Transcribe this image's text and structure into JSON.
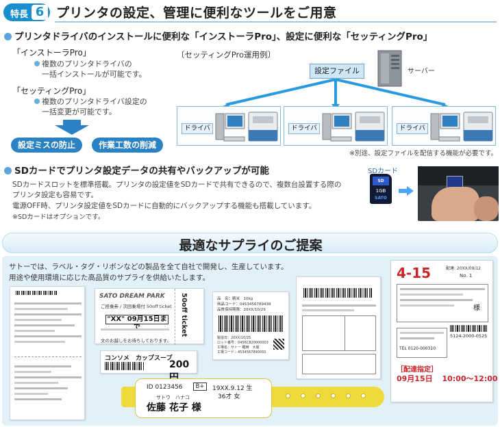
{
  "header": {
    "feature_label": "特長",
    "feature_number": "6",
    "title": "プリンタの設定、管理に便利なツールをご用意"
  },
  "section_tools": {
    "heading": "プリンタドライバのインストールに便利な「インストーラPro」、設定に便利な「セッティングPro」",
    "installer": {
      "label": "「インストーラPro」",
      "line1": "複数のプリンタドライバの",
      "line2": "一括インストールが可能です。"
    },
    "setting": {
      "label": "「セッティングPro」",
      "line1": "複数のプリンタドライバ設定の",
      "line2": "一括変更が可能です。"
    },
    "benefit_1": "設定ミスの防止",
    "benefit_2": "作業工数の削減",
    "example_label": "〔セッティングPro運用例〕",
    "settings_file": "設定ファイル",
    "server": "サーバー",
    "drivers": [
      "ドライバ",
      "ドライバ",
      "ドライバ"
    ],
    "footnote": "※別途、設定ファイルを配信する機能が必要です。"
  },
  "section_sd": {
    "heading": "SDカードでプリンタ設定データの共有やバックアップが可能",
    "line1": "SDカードスロットを標準搭載。プリンタの設定値をSDカードで共有できるので、複数台設置する際の",
    "line2": "プリンタ設定も容易です。",
    "line3": "電源OFF時、プリンタ設定値をSDカードに自動的にバックアップする機能も搭載しています。",
    "note": "※SDカードはオプションです。",
    "sd_label": "SDカード",
    "card_brand": "SATO",
    "card_capacity": "1GB"
  },
  "section_supply": {
    "banner_title": "最適なサプライのご提案",
    "line1": "サトーでは、ラベル・タグ・リボンなどの製品を全て自社で開発し、生産しています。",
    "line2": "用途や使用環境に応じた高品質のサプライを供給いたします。",
    "ticket": {
      "title": "SATO DREAM PARK",
      "sub": "ご搭乗券 / 次回乗場付 50off ticket",
      "date": "\"XX\" 09月15日まで",
      "vertical": "50off ticket",
      "footer": "文のお越しをお待ちしております。"
    },
    "product_label": {
      "r1": "品　名：精米　10kg",
      "r2": "商品コード：0453456789438",
      "r3": "品質保持期限：20XX/10/29",
      "r4": "製造日：20XX/10/25",
      "r5": "ロット番号：0456C820000003",
      "r6": "工場名：サトー 臨時　大阪",
      "r7": "工場コード：4534567890033"
    },
    "price_tag": {
      "name": "コンソメ　カップスープ",
      "price": "200円"
    },
    "wristband": {
      "id": "ID 0123456",
      "blood": "B+",
      "dob": "19XX.9.12 生",
      "age": "36才 女",
      "kana": "サトウ　ハナコ",
      "name": "佐藤 花子 様"
    },
    "delivery": {
      "number": "4-15",
      "date_code": "配達: 20XX/09/12",
      "no": "No. 1",
      "recipient": "様",
      "tracking": "5124-2000-0525",
      "phone": "TEL 0120-000310",
      "spec_label": "［配達指定］",
      "spec_date": "09月15日",
      "spec_time": "10:00～12:00"
    }
  }
}
